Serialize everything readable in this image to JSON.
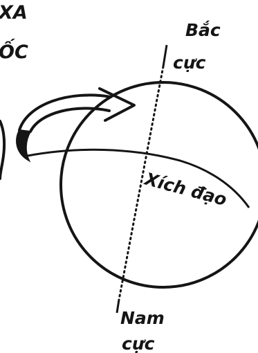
{
  "corner_fragment": {
    "line1": "XA",
    "line2": "ỐC"
  },
  "labels": {
    "north_line1": "Bắc",
    "north_line2": "cực",
    "equator": "Xích đạo",
    "south_line1": "Nam",
    "south_line2": "cực"
  },
  "icons": {
    "rotation_arrow": "curved-arrow-icon"
  },
  "colors": {
    "ink": "#151515",
    "background": "#ffffff"
  }
}
